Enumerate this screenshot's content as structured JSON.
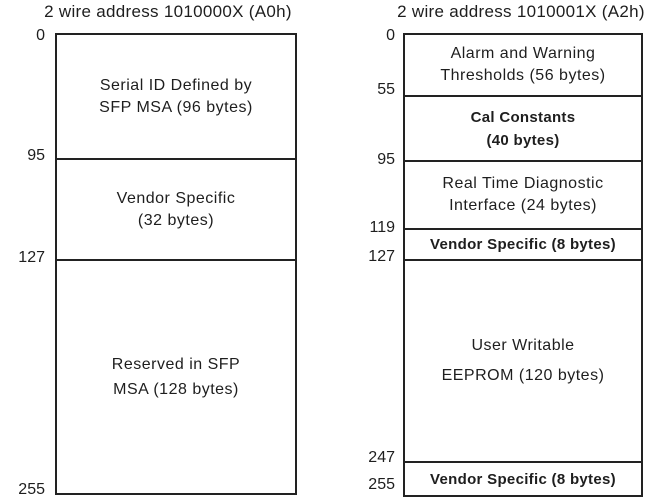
{
  "figure": {
    "a0h": {
      "title": "2 wire address 1010000X (A0h)",
      "address_labels": [
        "0",
        "95",
        "127",
        "255"
      ],
      "sections": [
        {
          "lines": [
            "Serial ID Defined by",
            "SFP MSA (96 bytes)"
          ]
        },
        {
          "lines": [
            "Vendor Specific",
            "(32 bytes)"
          ]
        },
        {
          "lines": [
            "Reserved in SFP",
            "MSA (128 bytes)"
          ]
        }
      ]
    },
    "a2h": {
      "title": "2 wire address 1010001X (A2h)",
      "address_labels": [
        "0",
        "55",
        "95",
        "119",
        "127",
        "247",
        "255"
      ],
      "sections": [
        {
          "lines": [
            "Alarm and Warning",
            "Thresholds (56 bytes)"
          ]
        },
        {
          "lines": [
            "Cal Constants",
            "(40 bytes)"
          ]
        },
        {
          "lines": [
            "Real Time Diagnostic",
            "Interface (24 bytes)"
          ]
        },
        {
          "lines": [
            "Vendor Specific (8 bytes)"
          ]
        },
        {
          "lines": [
            "User Writable",
            "EEPROM (120 bytes)"
          ]
        },
        {
          "lines": [
            "Vendor Specific (8 bytes)"
          ]
        }
      ]
    }
  }
}
